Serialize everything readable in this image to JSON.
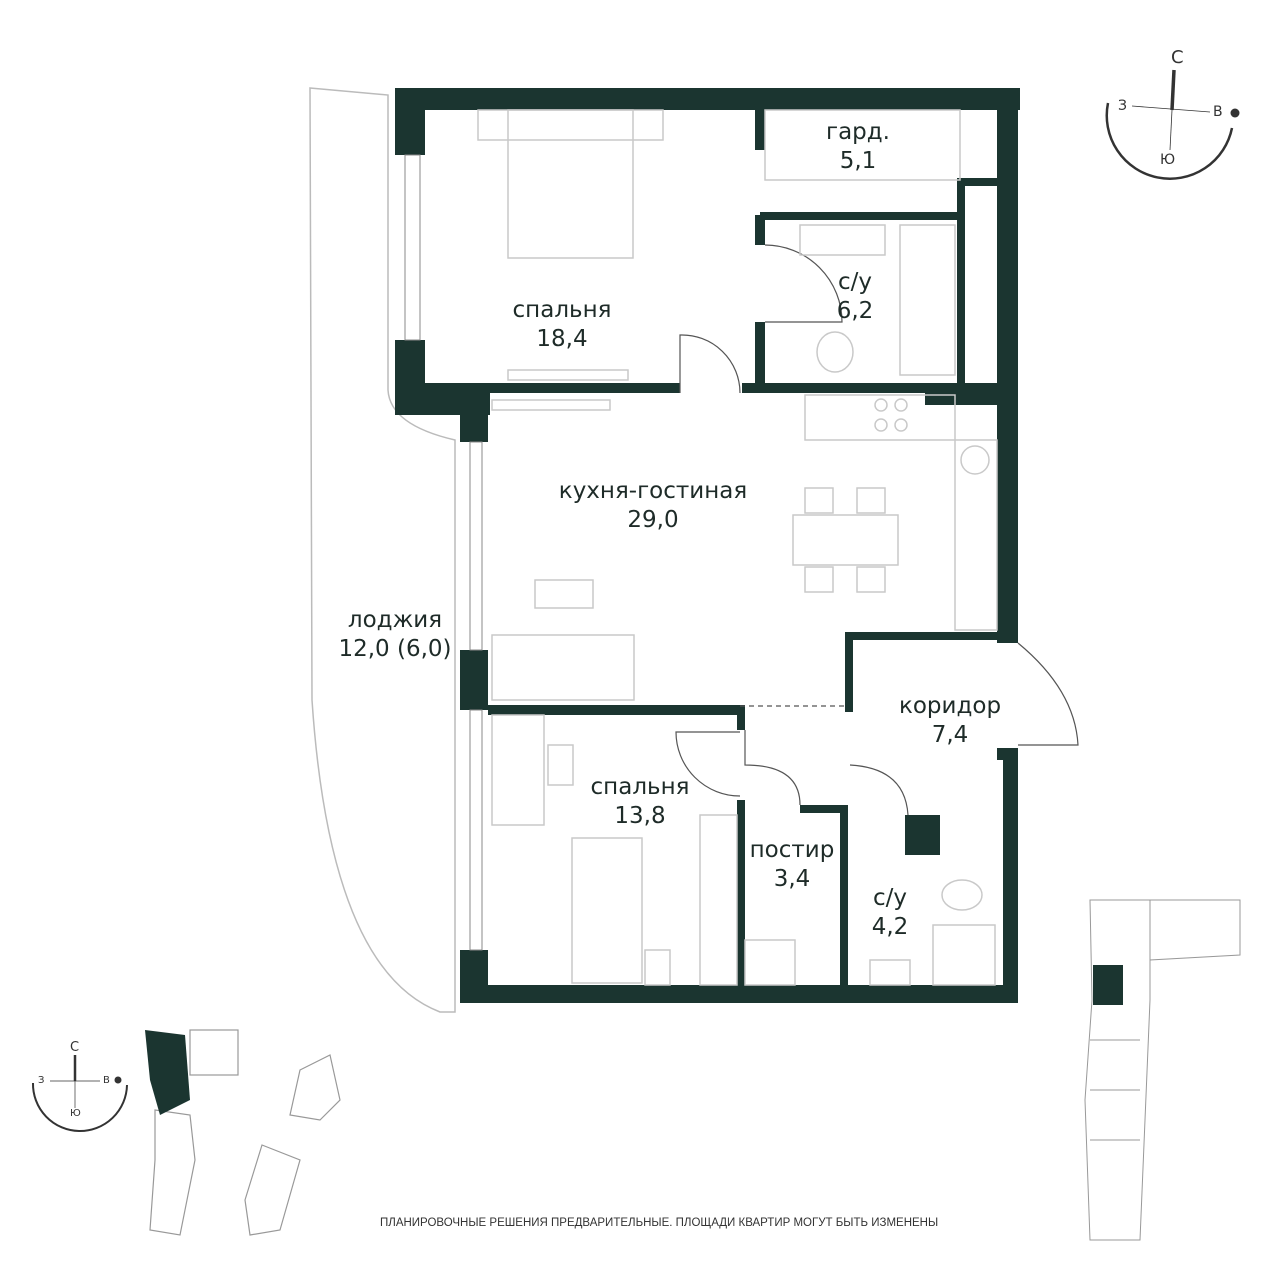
{
  "colors": {
    "wall": "#1b3530",
    "furniture": "#c9c9c9",
    "text": "#1e2b28"
  },
  "rooms": [
    {
      "id": "bedroom-1",
      "name": "спальня",
      "area": "18,4"
    },
    {
      "id": "wardrobe",
      "name": "гард.",
      "area": "5,1"
    },
    {
      "id": "bathroom-1",
      "name": "с/у",
      "area": "6,2"
    },
    {
      "id": "kitchen-living",
      "name": "кухня-гостиная",
      "area": "29,0"
    },
    {
      "id": "loggia",
      "name": "лоджия",
      "area": "12,0 (6,0)"
    },
    {
      "id": "corridor",
      "name": "коридор",
      "area": "7,4"
    },
    {
      "id": "bedroom-2",
      "name": "спальня",
      "area": "13,8"
    },
    {
      "id": "laundry",
      "name": "постир",
      "area": "3,4"
    },
    {
      "id": "bathroom-2",
      "name": "с/у",
      "area": "4,2"
    }
  ],
  "compass": {
    "north": "С",
    "west": "З",
    "east": "В",
    "south": "Ю"
  },
  "disclaimer": "ПЛАНИРОВОЧНЫЕ РЕШЕНИЯ ПРЕДВАРИТЕЛЬНЫЕ. ПЛОЩАДИ КВАРТИР МОГУТ БЫТЬ ИЗМЕНЕНЫ"
}
